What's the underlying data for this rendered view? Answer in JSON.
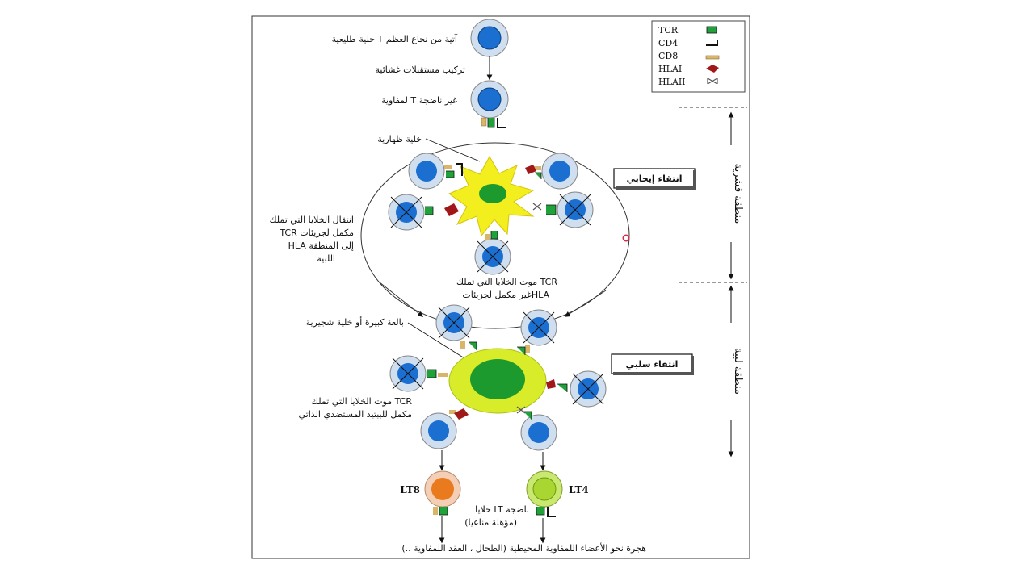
{
  "labels": {
    "precursor": "خلية طليعية T آتية من نخاع العظم",
    "membrane_receptors": "تركيب مستقبلات غشائية",
    "immature": "لمفاوية T غير ناضجة",
    "epithelial": "خلية ظهارية",
    "positive_selection": "انتقاء إيجابي",
    "migration": [
      "انتقال الخلايا التي تملك",
      "TCR مكمل لجزيئات",
      "HLA إلى المنطقة",
      "اللبية"
    ],
    "death_noncompl": [
      "موت الخلايا التي تملك TCR",
      "غير مكمل لجزيئاتHLA"
    ],
    "macrophage": "بالعة كبيرة أو خلية شجيرية",
    "negative_selection": "انتقاء سلبي",
    "death_self": [
      "موت الخلايا التي تملك TCR",
      "مكمل للببتيد المستضدي الذاتي"
    ],
    "lt8": "LT8",
    "lt4": "LT4",
    "mature": [
      "خلايا LT ناضجة",
      "(مؤهلة مناعيا)"
    ],
    "peripheral": "هجرة نحو الأعضاء اللمفاوية المحيطية (الطحال ، العقد اللمفاوية ..)",
    "cortex_zone": "منطقة قشرية",
    "medulla_zone": "منطقة لبية"
  },
  "legend": [
    {
      "label": "TCR",
      "color": "#1fa23a"
    },
    {
      "label": "CD4",
      "color": "#111111"
    },
    {
      "label": "CD8",
      "color": "#d9b56a"
    },
    {
      "label": "HLAI",
      "color": "#a01818"
    },
    {
      "label": "HLAII",
      "color": "#555555"
    }
  ],
  "colors": {
    "cell_nucleus": "#1a6fd1",
    "cell_ring": "#cfdff0",
    "epithelial_fill": "#f3ee1e",
    "epithelial_nucleus": "#1d9a2e",
    "macrophage_fill": "#d8ec2a",
    "macrophage_nucleus": "#1d9a2e",
    "lt8": "#ea7a1e",
    "lt4": "#a9d630",
    "marker": "#d22f4a"
  }
}
